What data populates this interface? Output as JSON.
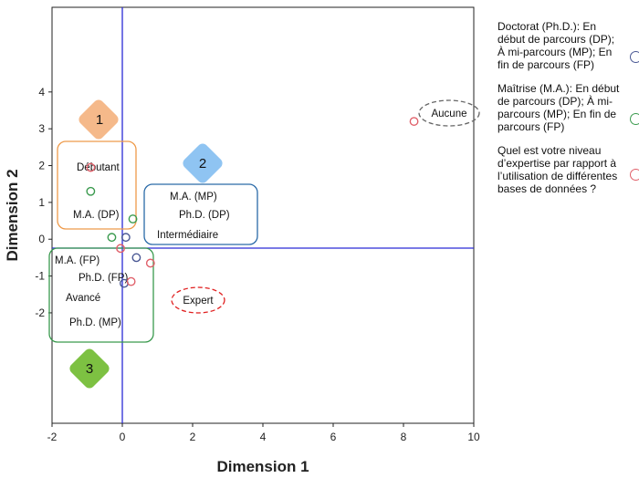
{
  "chart_data": {
    "type": "scatter",
    "xlabel": "Dimension 1",
    "ylabel": "Dimension 2",
    "xlim": [
      -2,
      10
    ],
    "ylim": [
      -5,
      6.3
    ],
    "xticks": [
      -2,
      0,
      2,
      4,
      6,
      8,
      10
    ],
    "xtick_labels": [
      "-2",
      "0",
      "2",
      "4",
      "6",
      "8",
      "10"
    ],
    "yticks": [
      -2,
      -1,
      0,
      1,
      2,
      3,
      4
    ],
    "ytick_labels": [
      "-2",
      "-1",
      "0",
      "1",
      "2",
      "3",
      "4"
    ],
    "grid": false,
    "legend_position": "right",
    "series": [
      {
        "name": "Doctorat (Ph.D.):  En début de parcours (DP); À mi-parcours (MP); En fin de parcours (FP)",
        "color": "#4a5894",
        "points": [
          {
            "x": 0.1,
            "y": 0.05
          },
          {
            "x": 0.4,
            "y": -0.5
          },
          {
            "x": 0.05,
            "y": -1.2
          }
        ]
      },
      {
        "name": "Maîtrise (M.A.):  En début de parcours (DP); À mi-parcours (MP); En fin de parcours (FP)",
        "color": "#3a9a4e",
        "points": [
          {
            "x": -0.9,
            "y": 1.3
          },
          {
            "x": 0.3,
            "y": 0.55
          },
          {
            "x": -0.3,
            "y": 0.05
          }
        ]
      },
      {
        "name": "Quel est votre niveau d’expertise par rapport à l’utilisation de différentes bases de données ?",
        "color": "#e0606a",
        "points": [
          {
            "x": -0.9,
            "y": 1.95
          },
          {
            "x": 8.3,
            "y": 3.2
          },
          {
            "x": -0.05,
            "y": -0.25
          },
          {
            "x": 0.8,
            "y": -0.65
          },
          {
            "x": 0.25,
            "y": -1.15
          }
        ]
      }
    ],
    "point_labels": [
      "Débutant",
      "M.A. (DP)",
      "M.A. (MP)",
      "Ph.D. (DP)",
      "Intermédiaire",
      "M.A. (FP)",
      "Ph.D. (FP)",
      "Avancé",
      "Ph.D. (MP)"
    ],
    "annotations": {
      "aucune": "Aucune",
      "expert": "Expert",
      "marker_1": "1",
      "marker_2": "2",
      "marker_3": "3"
    },
    "colors": {
      "axis_line": "#2b2bd6",
      "group1_box": "#ee9a4a",
      "group2_box": "#2a6aa8",
      "group3_box": "#3a9a4e",
      "diamond1": "#f5b98a",
      "diamond2": "#8fc4f2",
      "diamond3": "#7dc142",
      "aucune_ellipse": "#666666",
      "expert_ellipse": "#e02020"
    }
  }
}
